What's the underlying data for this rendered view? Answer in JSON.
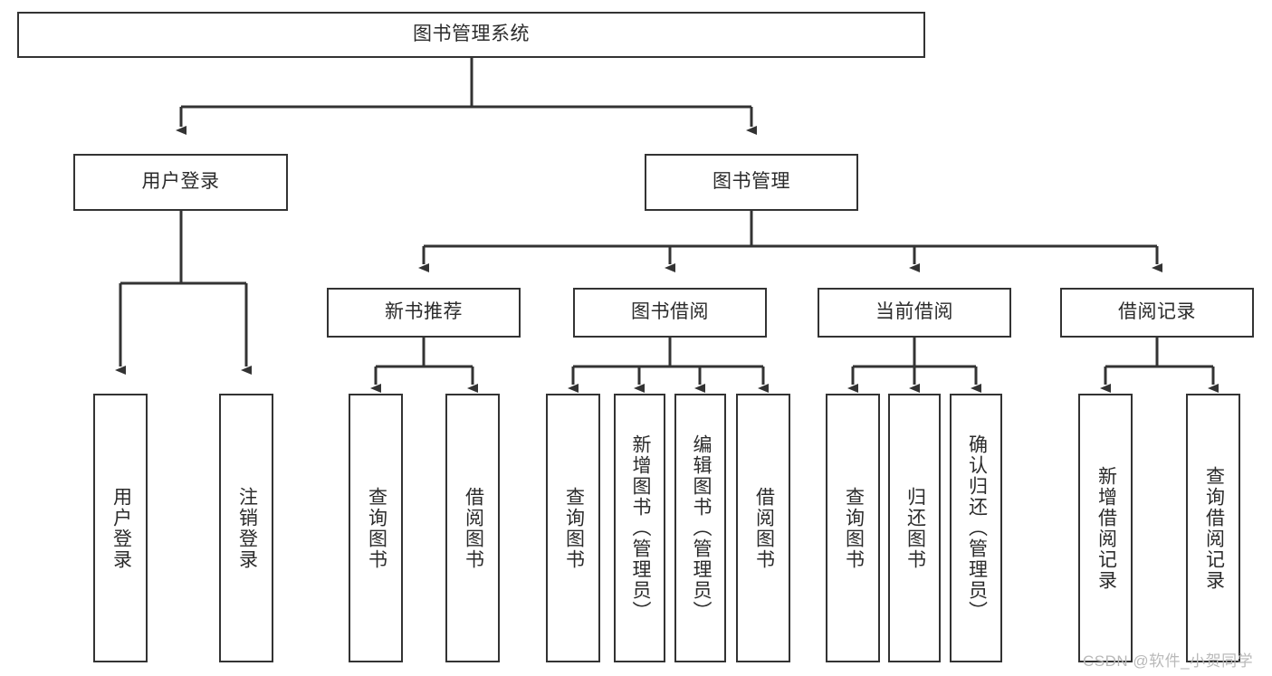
{
  "diagram": {
    "title": "图书管理系统",
    "type": "hierarchy-tree",
    "watermark": "CSDN @软件_小贺同学",
    "colors": {
      "box_border": "#333333",
      "box_fill": "#ffffff",
      "edge": "#333333",
      "text": "#2b2b2b",
      "watermark": "#b9b9b9",
      "background": "#ffffff"
    },
    "levels": [
      {
        "level": 1,
        "nodes": [
          {
            "id": "root",
            "label": "图书管理系统",
            "orientation": "horizontal"
          }
        ]
      },
      {
        "level": 2,
        "nodes": [
          {
            "id": "login",
            "label": "用户登录",
            "orientation": "horizontal",
            "parent": "root"
          },
          {
            "id": "bookmgmt",
            "label": "图书管理",
            "orientation": "horizontal",
            "parent": "root"
          }
        ]
      },
      {
        "level": 3,
        "nodes": [
          {
            "id": "newbook",
            "label": "新书推荐",
            "orientation": "horizontal",
            "parent": "bookmgmt"
          },
          {
            "id": "borrow",
            "label": "图书借阅",
            "orientation": "horizontal",
            "parent": "bookmgmt"
          },
          {
            "id": "current",
            "label": "当前借阅",
            "orientation": "horizontal",
            "parent": "bookmgmt"
          },
          {
            "id": "records",
            "label": "借阅记录",
            "orientation": "horizontal",
            "parent": "bookmgmt"
          }
        ]
      },
      {
        "level": 4,
        "nodes": [
          {
            "id": "leaf-user-login",
            "label": "用户登录",
            "orientation": "vertical",
            "parent": "login"
          },
          {
            "id": "leaf-logout",
            "label": "注销登录",
            "orientation": "vertical",
            "parent": "login"
          },
          {
            "id": "leaf-query-book-1",
            "label": "查询图书",
            "orientation": "vertical",
            "parent": "newbook"
          },
          {
            "id": "leaf-borrow-book-1",
            "label": "借阅图书",
            "orientation": "vertical",
            "parent": "newbook"
          },
          {
            "id": "leaf-query-book-2",
            "label": "查询图书",
            "orientation": "vertical",
            "parent": "borrow"
          },
          {
            "id": "leaf-add-book",
            "label": "新增图书（管理员）",
            "orientation": "vertical",
            "parent": "borrow"
          },
          {
            "id": "leaf-edit-book",
            "label": "编辑图书（管理员）",
            "orientation": "vertical",
            "parent": "borrow"
          },
          {
            "id": "leaf-borrow-book-2",
            "label": "借阅图书",
            "orientation": "vertical",
            "parent": "borrow"
          },
          {
            "id": "leaf-query-book-3",
            "label": "查询图书",
            "orientation": "vertical",
            "parent": "current"
          },
          {
            "id": "leaf-return-book",
            "label": "归还图书",
            "orientation": "vertical",
            "parent": "current"
          },
          {
            "id": "leaf-confirm-return",
            "label": "确认归还（管理员）",
            "orientation": "vertical",
            "parent": "current"
          },
          {
            "id": "leaf-add-record",
            "label": "新增借阅记录",
            "orientation": "vertical",
            "parent": "records"
          },
          {
            "id": "leaf-query-record",
            "label": "查询借阅记录",
            "orientation": "vertical",
            "parent": "records"
          }
        ]
      }
    ]
  }
}
